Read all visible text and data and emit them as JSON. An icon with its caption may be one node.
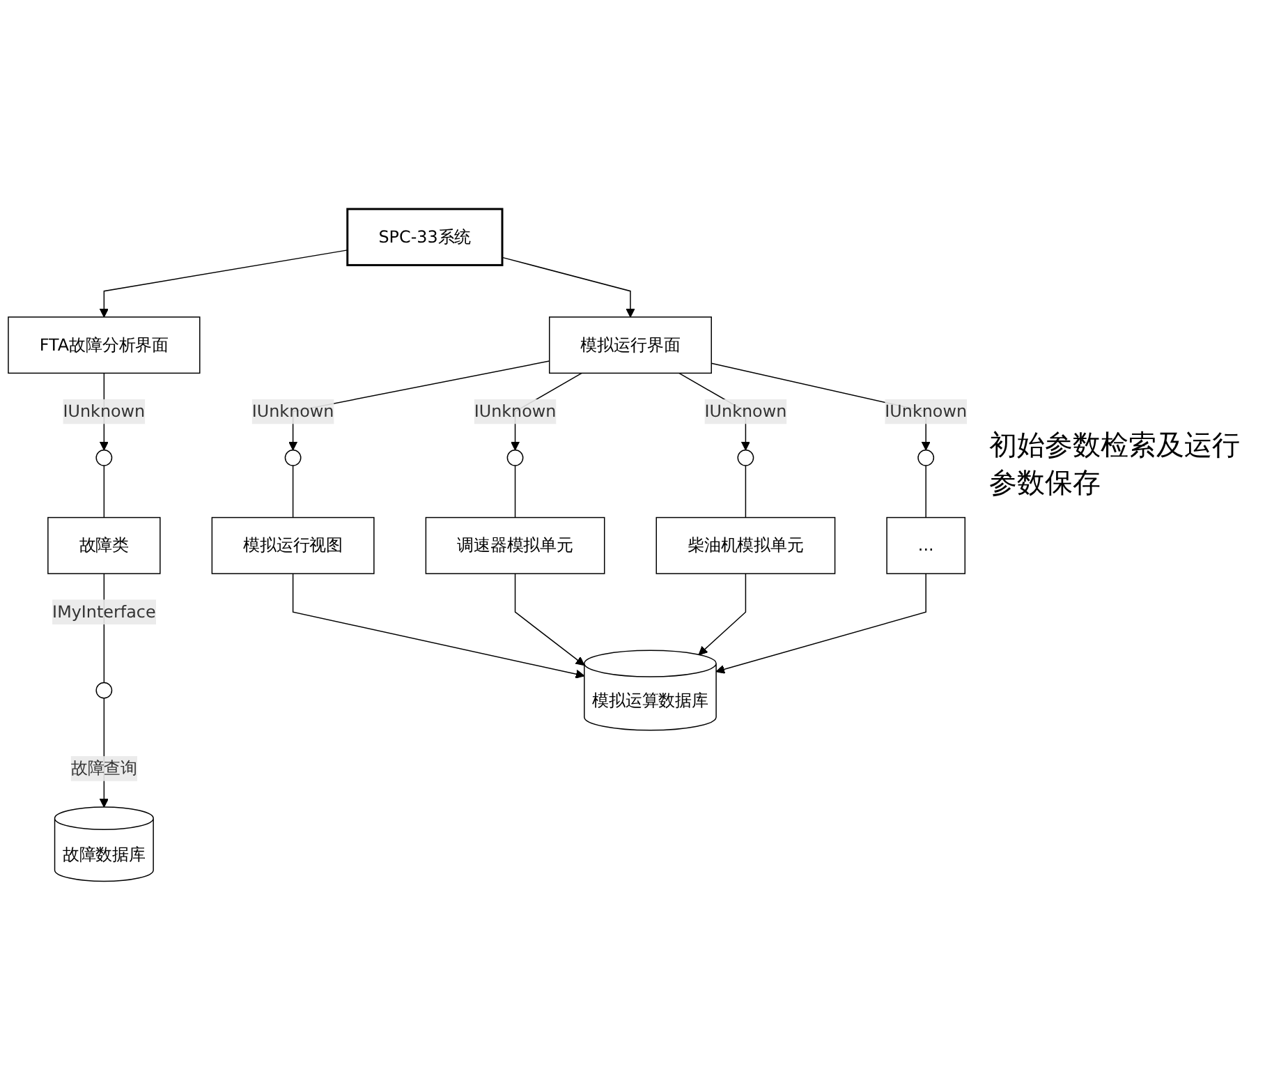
{
  "diagram": {
    "nodes": [
      {
        "text": [
          "SPC-33系统"
        ]
      },
      {
        "text": [
          "FTA故障分析界面"
        ]
      },
      {
        "text": [
          "模拟运行界面"
        ]
      },
      {
        "text": [],
        "shape": "circle"
      },
      {
        "text": [
          "故障类"
        ]
      },
      {
        "text": [],
        "shape": "circle"
      },
      {
        "text": [
          "故障数据库"
        ]
      },
      {
        "text": [],
        "shape": "circle"
      },
      {
        "text": [],
        "shape": "circle"
      },
      {
        "text": [],
        "shape": "circle"
      },
      {
        "text": [],
        "shape": "circle"
      },
      {
        "text": [
          "模拟运行视图"
        ]
      },
      {
        "text": [
          "调速器模拟单元"
        ]
      },
      {
        "text": [
          "柴油机模拟单元"
        ]
      },
      {
        "text": [
          "..."
        ]
      },
      {
        "text": [
          "模拟运算数据库"
        ]
      }
    ],
    "edges": [
      {
        "from": 0,
        "to": 1,
        "arrow": "to"
      },
      {
        "from": 0,
        "to": 2,
        "arrow": "to"
      },
      {
        "from": 1,
        "to": 3,
        "arrow": "to",
        "label": "IUnknown"
      },
      {
        "from": 3,
        "to": 4,
        "arrow": "none"
      },
      {
        "from": 4,
        "to": 5,
        "arrow": "none",
        "label": "IMyInterface"
      },
      {
        "from": 5,
        "to": 6,
        "arrow": "to",
        "label": "故障查询"
      },
      {
        "from": 2,
        "to": 7,
        "arrow": "to",
        "label": "IUnknown"
      },
      {
        "from": 2,
        "to": 8,
        "arrow": "to",
        "label": "IUnknown"
      },
      {
        "from": 2,
        "to": 9,
        "arrow": "to",
        "label": "IUnknown"
      },
      {
        "from": 2,
        "to": 10,
        "arrow": "to",
        "label": "IUnknown"
      },
      {
        "from": 7,
        "to": 11,
        "arrow": "none"
      },
      {
        "from": 8,
        "to": 12,
        "arrow": "none"
      },
      {
        "from": 9,
        "to": 13,
        "arrow": "none"
      },
      {
        "from": 10,
        "to": 14,
        "arrow": "none"
      },
      {
        "from": 11,
        "to": 15,
        "arrow": "to"
      },
      {
        "from": 12,
        "to": 15,
        "arrow": "to"
      },
      {
        "from": 13,
        "to": 15,
        "arrow": "to"
      },
      {
        "from": 14,
        "to": 15,
        "arrow": "to"
      }
    ],
    "labels": [
      "初始参数检索及运行参数保存"
    ]
  }
}
